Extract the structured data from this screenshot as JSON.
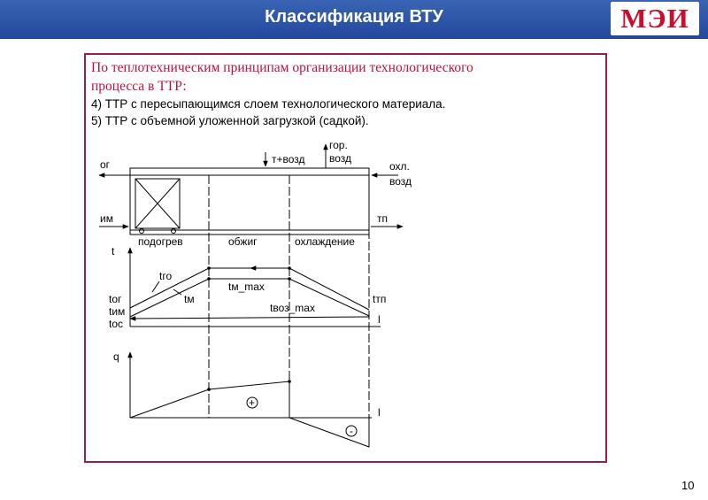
{
  "header": {
    "title": "Классификация ВТУ",
    "logo_text": "МЭИ"
  },
  "text": {
    "line1": "По теплотехническим принципам организации технологического",
    "line2": "процесса в ТТР:",
    "item4": "4) ТТР с пересыпающимся слоем технологического материала.",
    "item5": "5) ТТР с объемной уложенной загрузкой (садкой)."
  },
  "diagram": {
    "og": "ог",
    "t_vozd": "т+возд",
    "gor": "гор.",
    "vozd1": "возд",
    "ohl": "охл.",
    "vozd2": "возд",
    "im": "им",
    "tp": "тп",
    "zone1": "подогрев",
    "zone2": "обжиг",
    "zone3": "охлаждение",
    "t_axis": "t",
    "t_go": "tго",
    "t_m": "tм",
    "t_og": "tог",
    "t_im": "tим",
    "t_os": "tос",
    "t_m_max": "tм_max",
    "t_voz_max": "tвоз_max",
    "t_tp": "tтп",
    "l1": "l",
    "q_axis": "q",
    "plus": "+",
    "minus": "-",
    "l2": "l"
  },
  "page_number": "10"
}
